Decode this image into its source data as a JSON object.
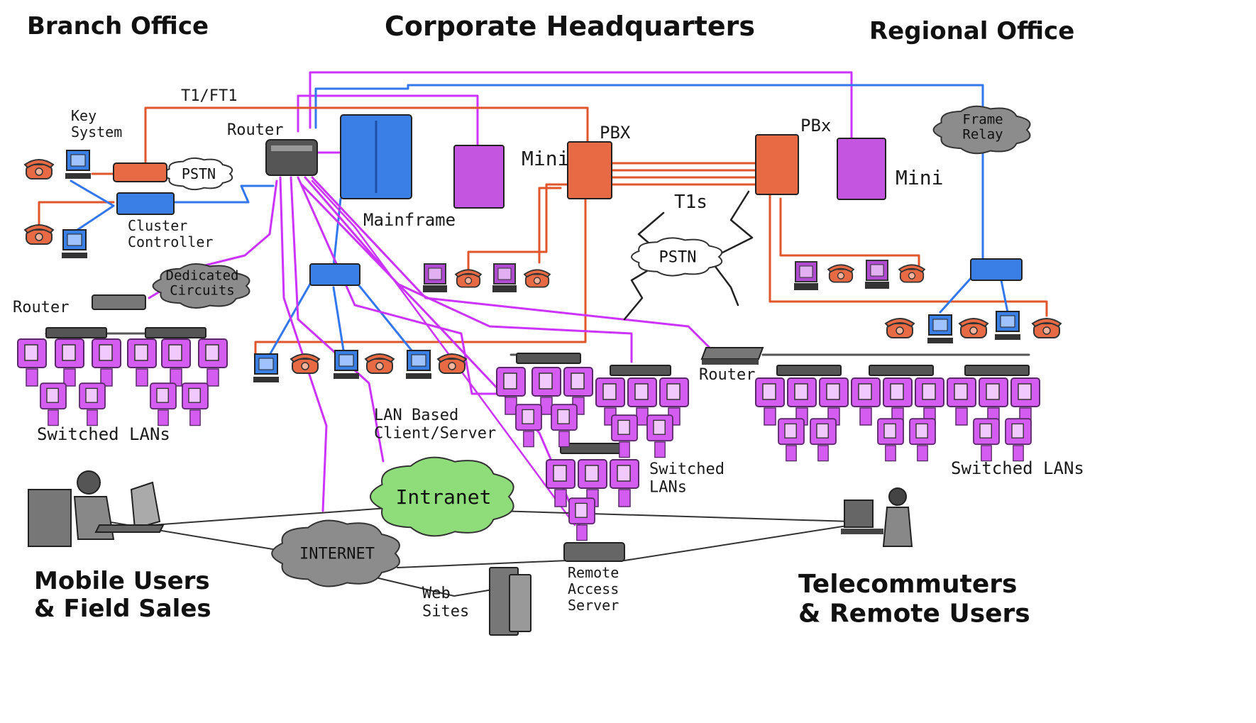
{
  "headers": {
    "branch": "Branch Office",
    "corporate": "Corporate Headquarters",
    "regional": "Regional Office"
  },
  "labels": {
    "t1_ft1": "T1/FT1",
    "key_system": "Key System",
    "router_hq": "Router",
    "pbx_left": "PBX",
    "pbx_right": "PBx",
    "mini_left": "Mini",
    "mini_right": "Mini",
    "t1s": "T1s",
    "mainframe": "Mainframe",
    "cluster_controller": "Cluster Controller",
    "router_branch": "Router",
    "switched_lans_branch": "Switched LANs",
    "lan_client_server": "LAN Based Client/Server",
    "router_right": "Router",
    "switched_lans_center": "Switched LANs",
    "switched_lans_regional": "Switched LANs",
    "remote_access_server": "Remote Access Server",
    "web_sites": "Web Sites",
    "mobile_users": "Mobile Users & Field Sales",
    "telecommuters": "Telecommuters & Remote Users"
  },
  "clouds": {
    "pstn_branch": "PSTN",
    "dedicated_circuits": "Dedicated Circuits",
    "pstn_center": "PSTN",
    "frame_relay": "Frame Relay",
    "intranet": "Intranet",
    "internet": "INTERNET"
  },
  "colors": {
    "purple_link": "#cc33ff",
    "orange_link": "#e0552a",
    "blue_link": "#3377ee",
    "device_purple": "#c455e0",
    "device_orange": "#e86a44",
    "device_blue": "#3a7fe6",
    "cloud_gray": "#8c8c8c",
    "cloud_green": "#8fdc7a"
  },
  "icons": {
    "phone": "telephone-icon",
    "terminal": "terminal-icon",
    "router": "router-icon",
    "cloud": "cloud-icon",
    "mainframe": "mainframe-icon",
    "minicomputer": "minicomputer-icon",
    "pbx": "pbx-icon",
    "server": "server-icon",
    "laptop_user": "laptop-user-icon",
    "desktop_user": "desktop-user-icon"
  }
}
